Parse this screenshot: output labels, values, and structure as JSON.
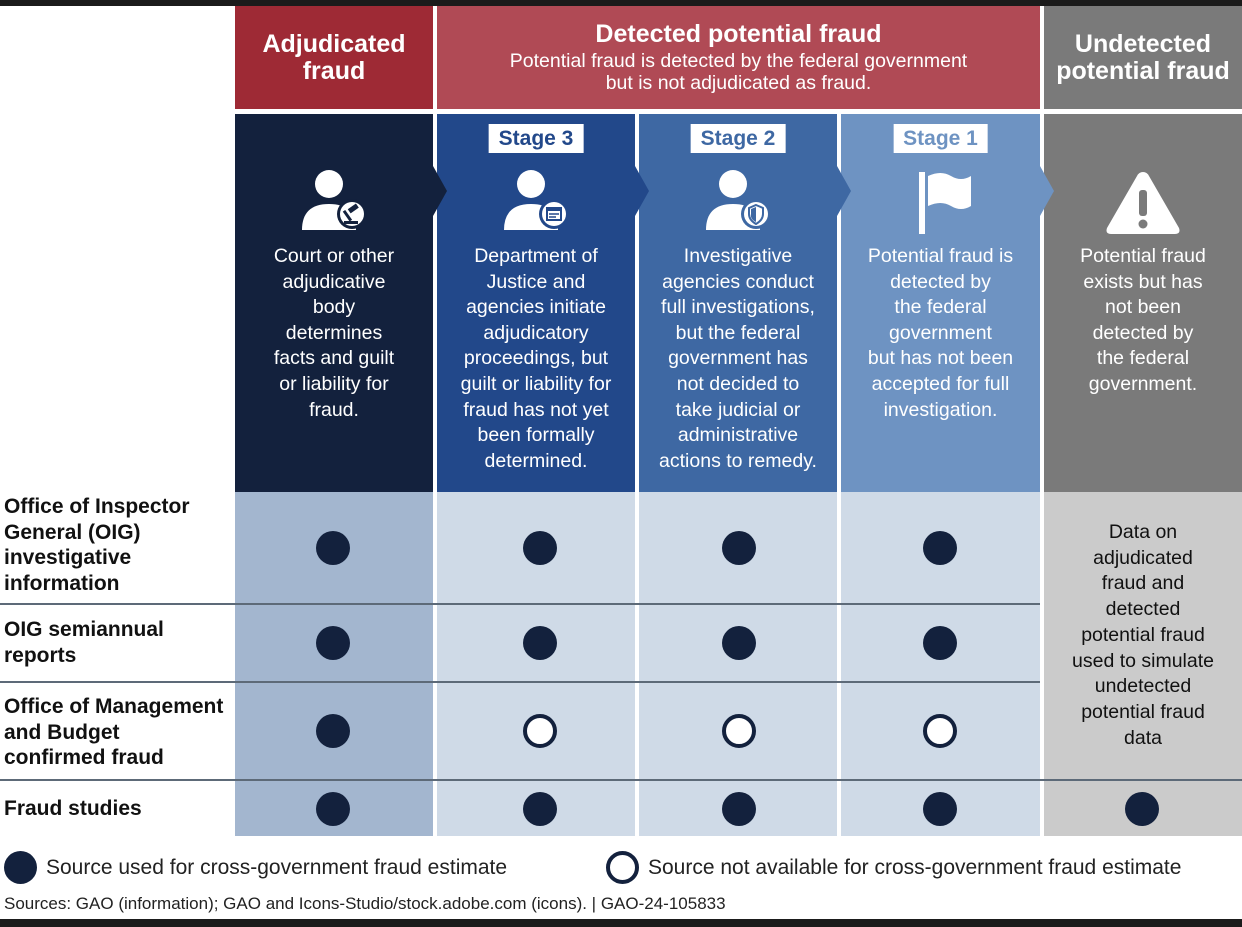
{
  "header": {
    "adjudicated": "Adjudicated\nfraud",
    "detected_title": "Detected potential fraud",
    "detected_sub": "Potential fraud is detected by the federal government\nbut is not adjudicated as fraud.",
    "undetected": "Undetected\npotential fraud"
  },
  "columns": [
    {
      "stage": "",
      "icon": "person-gavel-icon",
      "text": "Court or other\nadjudicative\nbody\ndetermines\nfacts and guilt\nor liability for\nfraud."
    },
    {
      "stage": "Stage 3",
      "icon": "person-document-icon",
      "text": "Department of\nJustice and\nagencies initiate\nadjudicatory\nproceedings, but\nguilt or liability for\nfraud has not yet\nbeen formally\ndetermined."
    },
    {
      "stage": "Stage 2",
      "icon": "person-shield-icon",
      "text": "Investigative\nagencies conduct\nfull investigations,\nbut the federal\ngovernment has\nnot decided to\ntake judicial or\nadministrative\nactions to remedy."
    },
    {
      "stage": "Stage 1",
      "icon": "flag-icon",
      "text": "Potential fraud is\ndetected by\nthe federal\ngovernment\nbut has not been\naccepted for full\ninvestigation."
    },
    {
      "stage": "",
      "icon": "warning-icon",
      "text": "Potential fraud\nexists but has\nnot been\ndetected by\nthe federal\ngovernment."
    }
  ],
  "rows": [
    {
      "label": "Office of Inspector\nGeneral (OIG)\ninvestigative\ninformation",
      "marks": [
        "filled",
        "filled",
        "filled",
        "filled"
      ]
    },
    {
      "label": "OIG semiannual\nreports",
      "marks": [
        "filled",
        "filled",
        "filled",
        "filled"
      ]
    },
    {
      "label": "Office of Management\nand Budget\nconfirmed fraud",
      "marks": [
        "filled",
        "open",
        "open",
        "open"
      ]
    },
    {
      "label": "Fraud studies",
      "marks": [
        "filled",
        "filled",
        "filled",
        "filled",
        "filled"
      ]
    }
  ],
  "undetected_note": "Data on\nadjudicated\nfraud and\ndetected\npotential fraud\nused to simulate\nundetected\npotential fraud\ndata",
  "legend": {
    "filled": "Source used for cross-government fraud estimate",
    "open": "Source not available for cross-government fraud estimate"
  },
  "source": "Sources: GAO (information); GAO and Icons-Studio/stock.adobe.com (icons).  |  GAO-24-105833",
  "colors": {
    "adjudicated_header": "#9e2a35",
    "detected_header": "#b04a55",
    "undetected_header": "#7a7a7a",
    "adjudicated_col": "#13213d",
    "stage3_col": "#22488a",
    "stage2_col": "#3e68a3",
    "stage1_col": "#6e93c2",
    "undetected_col": "#7a7a7a",
    "adjudicated_cell": "#a3b6cf",
    "detected_cell": "#cfdae7",
    "undetected_cell": "#cbcbcb",
    "dot": "#13213d"
  }
}
